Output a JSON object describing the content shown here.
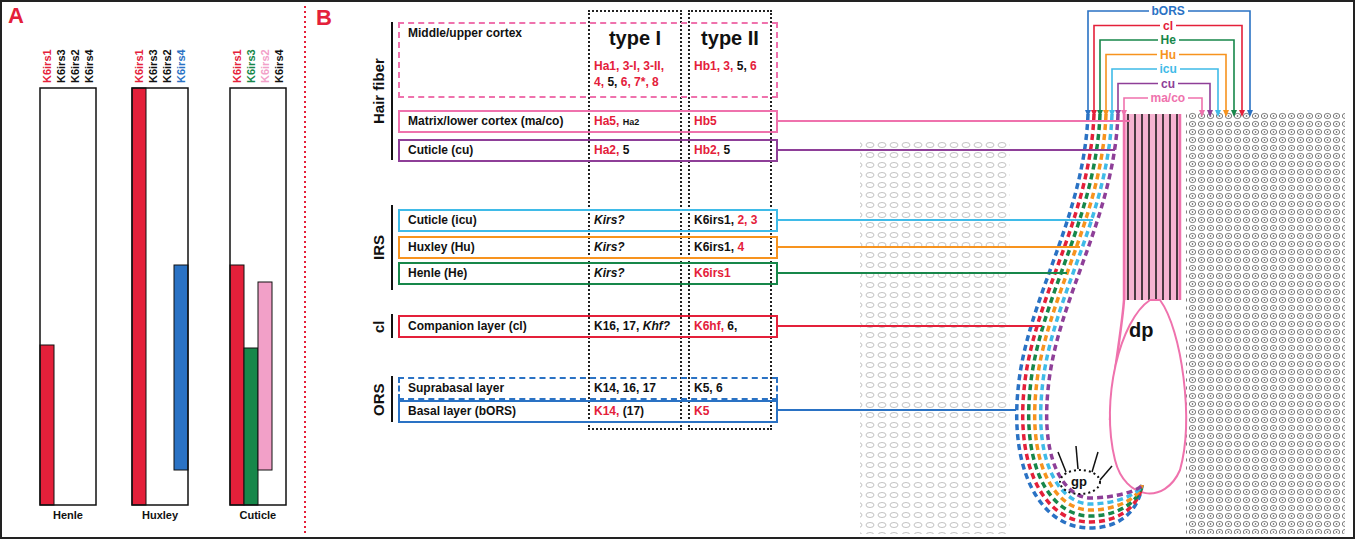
{
  "diagram": {
    "nodes": [
      {
        "text": [
          "type I"
        ]
      },
      {
        "text": [
          "type II"
        ]
      },
      {
        "text": [
          "Middle/upper cortex"
        ]
      },
      {
        "text": [
          "Matrix/lower cortex (ma/co)"
        ]
      },
      {
        "text": [
          "Cuticle (cu)"
        ]
      },
      {
        "text": [
          "Cuticle (icu)"
        ]
      },
      {
        "text": [
          "Huxley (Hu)"
        ]
      },
      {
        "text": [
          "Henle (He)"
        ]
      },
      {
        "text": [
          "Companion layer (cl)"
        ]
      },
      {
        "text": [
          "Suprabasal layer"
        ]
      },
      {
        "text": [
          "Basal layer (bORS)"
        ]
      }
    ],
    "labels": [
      "A",
      "K6irs1",
      "K6irs3",
      "K6irs2",
      "K6irs4",
      "K6irs1",
      "K6irs3",
      "K6irs2",
      "K6irs4",
      "K6irs1",
      "K6irs3",
      "K6irs2",
      "K6irs4",
      "Henle",
      "Huxley",
      "Cuticle",
      "B",
      "Hair fiber",
      "IRS",
      "cl",
      "ORS",
      "Ha1, 3-I, 3-II, 4,",
      "5,",
      "6, 7*, 8",
      "Hb1, 3,",
      "5,",
      "6",
      "Ha5,",
      "Ha2",
      "Hb5",
      "Ha2,",
      "5",
      "Hb2,",
      "5",
      "Kirs?",
      "K6irs1,",
      "2, 3",
      "Kirs?",
      "K6irs1,",
      "4",
      "Kirs?",
      "K6irs1",
      "K16, 17,",
      "Khf?",
      "K6hf,",
      "6,",
      "K14, 16, 17",
      "K5, 6",
      "K14,",
      "(17)",
      "K5",
      "bORS",
      "cl",
      "He",
      "Hu",
      "icu",
      "cu",
      "ma/co",
      "dp",
      "gp"
    ]
  }
}
